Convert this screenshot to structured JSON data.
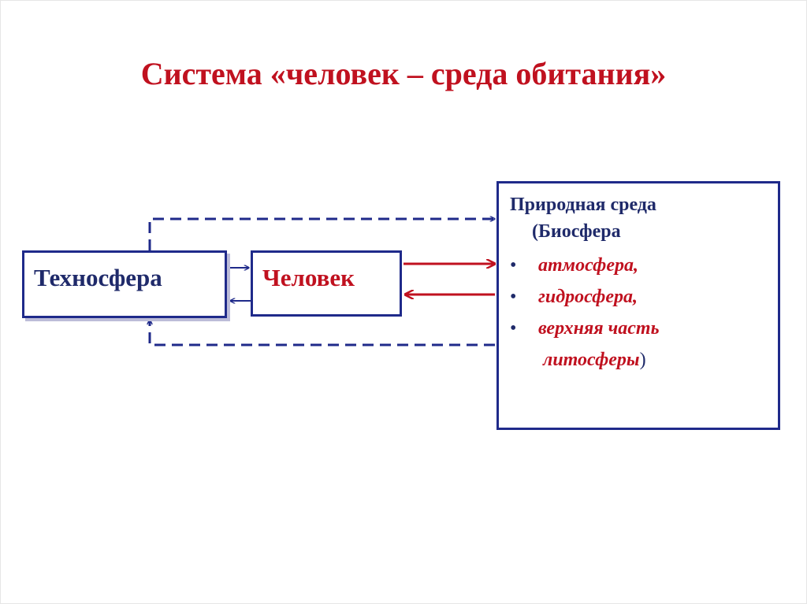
{
  "title": "Система «человек – среда обитания»",
  "nodes": {
    "technosphere": "Техносфера",
    "human": "Человек",
    "nature": {
      "heading": "Природная среда",
      "subheading": "(Биосфера",
      "items": [
        {
          "bullet": "•",
          "text": "атмосфера,"
        },
        {
          "bullet": "•",
          "text": "гидросфера,"
        },
        {
          "bullet": "•",
          "text": "верхняя часть",
          "continuation": "литосферы",
          "closing": ")"
        }
      ]
    }
  },
  "colors": {
    "title": "#c0111f",
    "box_border": "#1f2a8a",
    "human_arrows": "#c0111f",
    "dashed_arrows": "#1f2a8a",
    "technosphere_text": "#1f2a6a",
    "list_items": "#c0111f"
  }
}
